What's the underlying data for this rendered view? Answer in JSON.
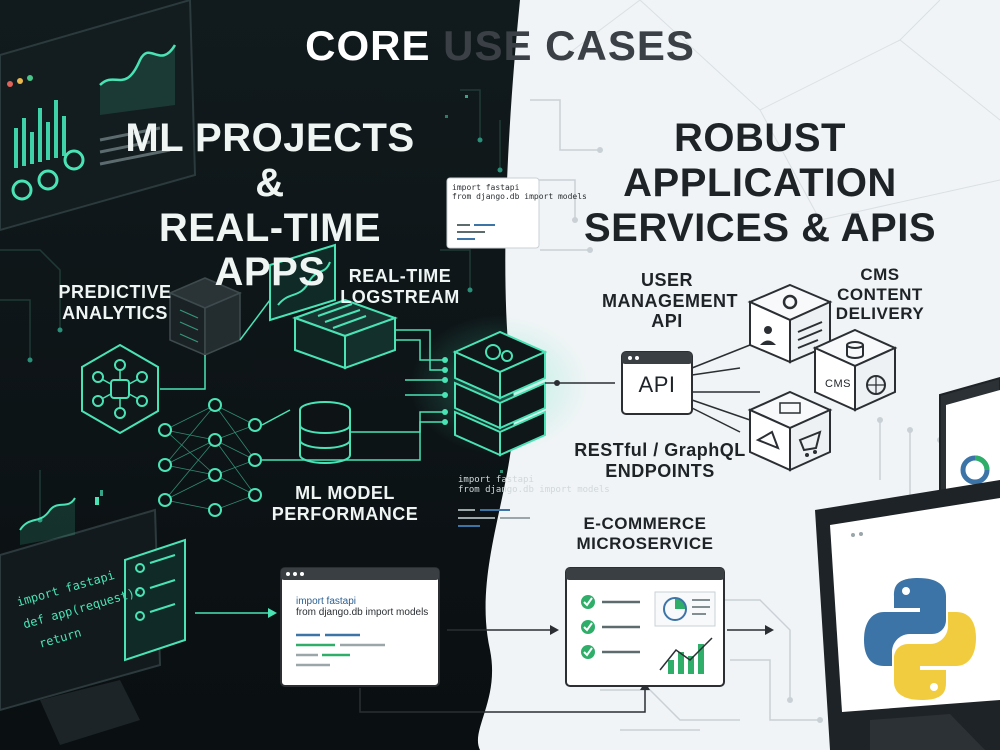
{
  "title": {
    "part1": "CORE",
    "part2": "USE CASES"
  },
  "left": {
    "heading": [
      "ML PROJECTS &",
      "REAL-TIME APPS"
    ],
    "nodes": {
      "predictive": [
        "PREDICTIVE",
        "ANALYTICS"
      ],
      "logstream": [
        "REAL-TIME",
        "LOGSTREAM"
      ],
      "ml_perf": [
        "ML MODEL",
        "PERFORMANCE"
      ]
    },
    "terminal_code": [
      "import fastapi",
      "def app(request):",
      "return"
    ]
  },
  "right": {
    "heading": [
      "ROBUST APPLICATION",
      "SERVICES & APIS"
    ],
    "nodes": {
      "user_api": [
        "USER",
        "MANAGEMENT",
        "API"
      ],
      "cms": [
        "CMS",
        "CONTENT",
        "DELIVERY"
      ],
      "endpoints": [
        "RESTful / GraphQL",
        "ENDPOINTS"
      ],
      "ecommerce": [
        "E-COMMERCE",
        "MICROSERVICE"
      ]
    },
    "api_box_label": "API",
    "cms_hex_label": "CMS"
  },
  "code_snippet": {
    "line1": "import fastapi",
    "line2": "from django.db import models"
  },
  "colors": {
    "dark_bg": "#0f1518",
    "light_bg": "#f1f4f6",
    "accent": "#49e3b6",
    "accent_dim": "#2a8f78",
    "chart_green": "#2fae6a",
    "python_blue": "#3d74a8",
    "python_yellow": "#f2cc3f"
  }
}
